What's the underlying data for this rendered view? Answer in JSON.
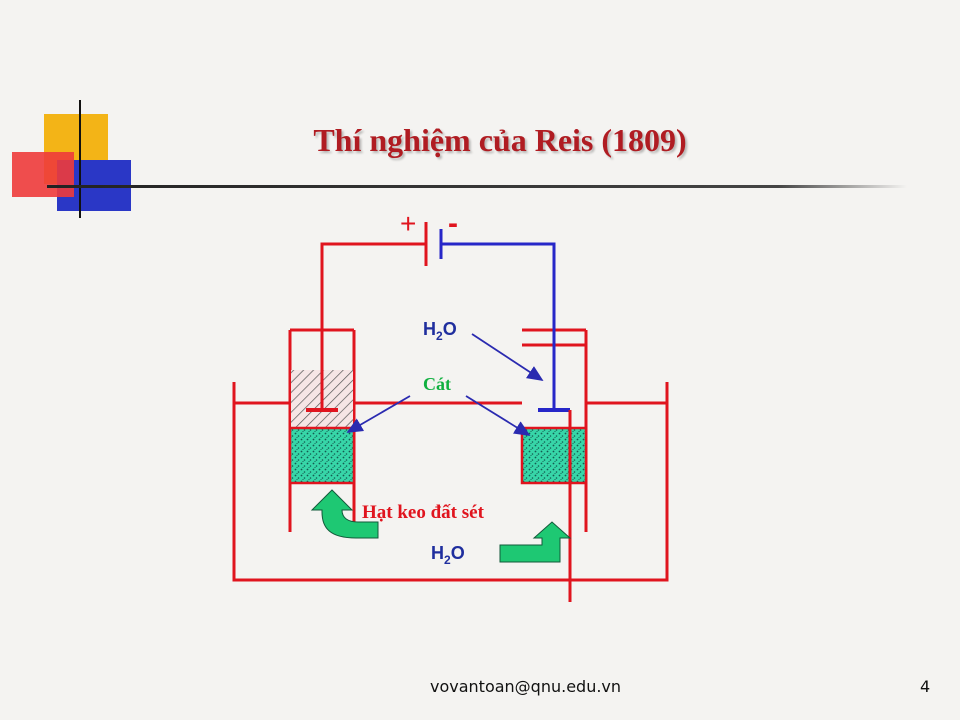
{
  "slide": {
    "title": "Thí nghiệm của Reis (1809)",
    "footer_email": "vovantoan@qnu.edu.vn",
    "page_number": "4"
  },
  "diagram": {
    "battery_plus": "+",
    "battery_minus": "-",
    "water_top": {
      "main": "H",
      "sub": "2",
      "tail": "O"
    },
    "water_bottom": {
      "main": "H",
      "sub": "2",
      "tail": "O"
    },
    "sand_label": "Cát",
    "clay_label": "Hạt keo đất sét"
  },
  "colors": {
    "wire_red": "#e0141e",
    "wire_blue": "#2626c8",
    "title_red": "#b01c22",
    "water_blue": "#1f2e9e",
    "sand_green": "#10b040",
    "arrow_green": "#1ec873",
    "sand_fill": "#2fd7a7"
  }
}
